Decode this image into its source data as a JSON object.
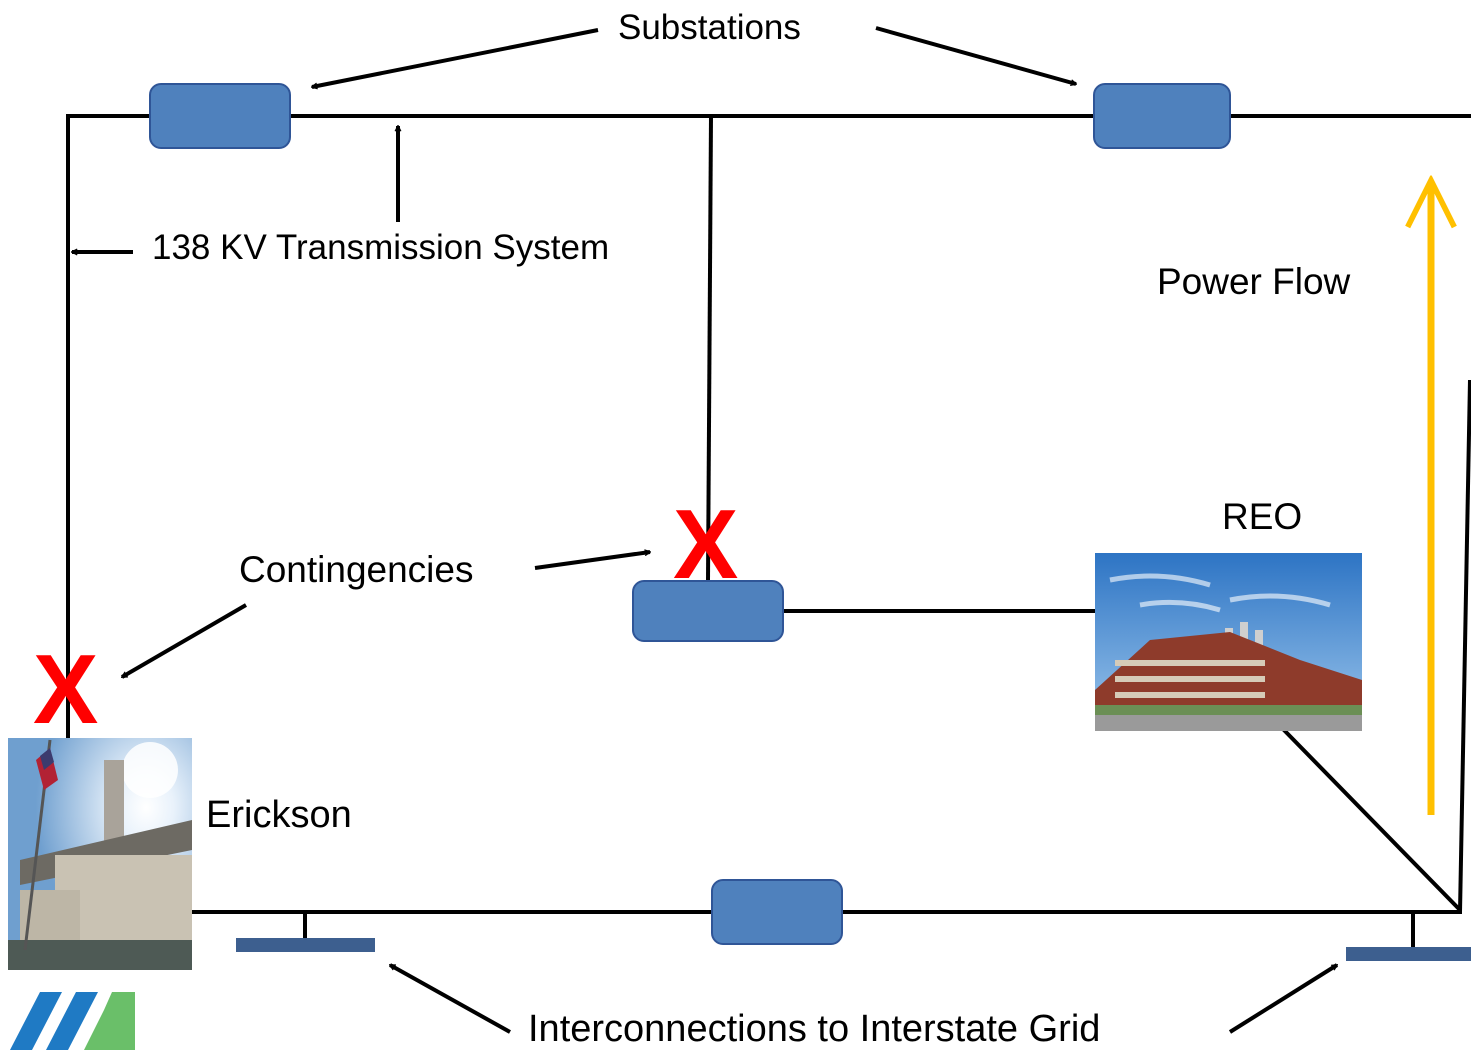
{
  "labels": {
    "substations": "Substations",
    "transmission": "138 KV Transmission System",
    "power_flow": "Power Flow",
    "reo": "REO",
    "contingencies": "Contingencies",
    "erickson": "Erickson",
    "interconnections": "Interconnections to Interstate Grid",
    "contingency_mark": "X"
  },
  "colors": {
    "substation_fill": "#4f81bd",
    "substation_stroke": "#2f5597",
    "interconnect_bar": "#3d5f8f",
    "power_flow_arrow": "#ffc000",
    "contingency_mark": "#ff0000",
    "logo_blue": "#1f7ac4",
    "logo_green": "#6abf69"
  }
}
